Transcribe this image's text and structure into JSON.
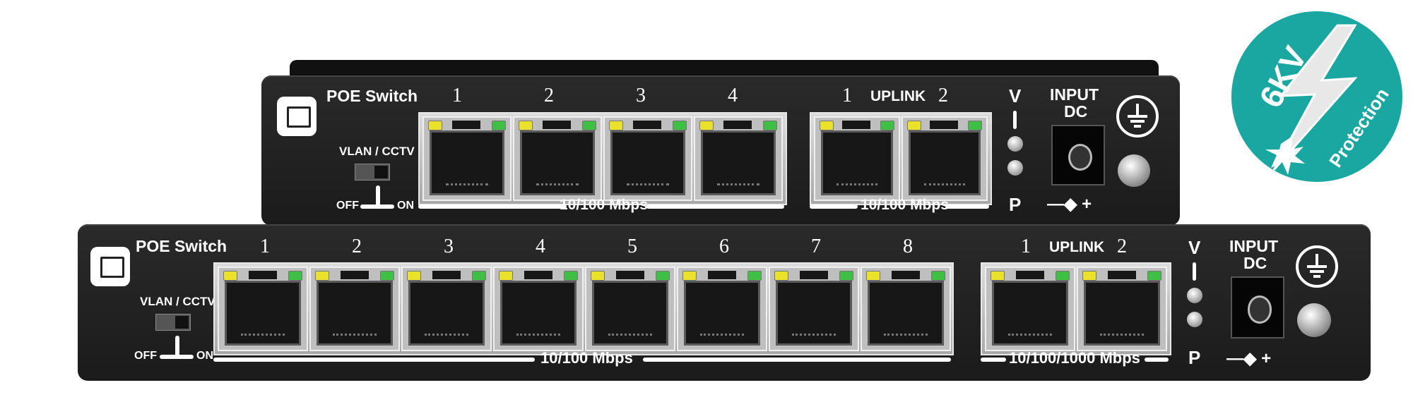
{
  "badge": {
    "value": "6KV",
    "text": "Protection",
    "color": "#1aa7a1"
  },
  "small_switch": {
    "title": "POE  Switch",
    "port_numbers": [
      "1",
      "2",
      "3",
      "4"
    ],
    "uplink": {
      "left": "1",
      "label": "UPLINK",
      "right": "2"
    },
    "switch_label": "VLAN / CCTV",
    "off": "OFF",
    "on": "ON",
    "speed": "10/100 Mbps",
    "uplink_speed": "10/100 Mbps",
    "v": "V",
    "p": "P",
    "input": "INPUT",
    "dc": "DC",
    "polarity": "—◆ +"
  },
  "large_switch": {
    "title": "POE  Switch",
    "port_numbers": [
      "1",
      "2",
      "3",
      "4",
      "5",
      "6",
      "7",
      "8"
    ],
    "uplink": {
      "left": "1",
      "label": "UPLINK",
      "right": "2"
    },
    "switch_label": "VLAN / CCTV",
    "off": "OFF",
    "on": "ON",
    "speed": "10/100 Mbps",
    "uplink_speed": "10/100/1000 Mbps",
    "v": "V",
    "p": "P",
    "input": "INPUT",
    "dc": "DC",
    "polarity": "—◆ +"
  },
  "colors": {
    "led_yellow": "#e9e12a",
    "led_green": "#3fbf45",
    "chassis": "#1f1f1f"
  }
}
